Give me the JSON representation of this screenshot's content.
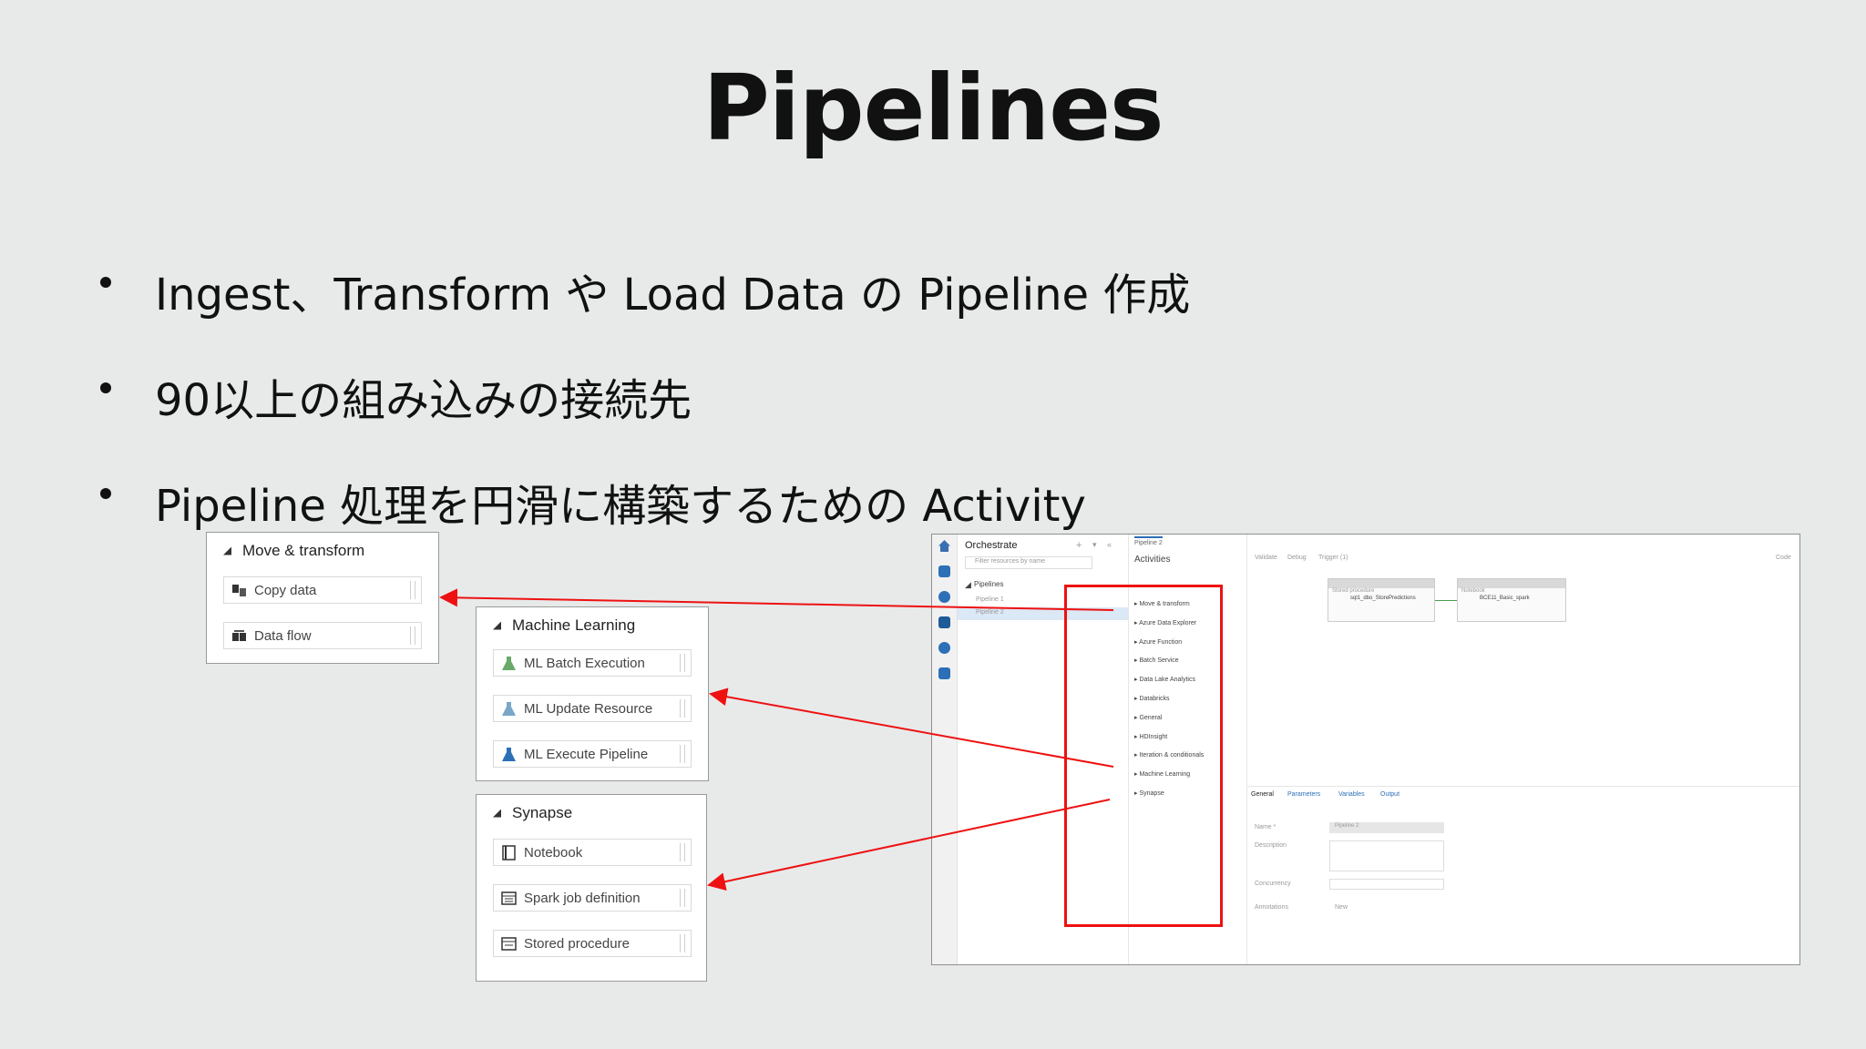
{
  "title": "Pipelines",
  "bullets": [
    "Ingest、Transform や Load Data の Pipeline 作成",
    "90以上の組み込みの接続先",
    "Pipeline 処理を円滑に構築するための Activity"
  ],
  "panels": {
    "move_transform": {
      "title": "Move & transform",
      "items": [
        "Copy data",
        "Data flow"
      ]
    },
    "machine_learning": {
      "title": "Machine Learning",
      "items": [
        "ML Batch Execution",
        "ML Update Resource",
        "ML Execute Pipeline"
      ]
    },
    "synapse": {
      "title": "Synapse",
      "items": [
        "Notebook",
        "Spark job definition",
        "Stored procedure"
      ]
    }
  },
  "screenshot": {
    "orchestrate_label": "Orchestrate",
    "filter_placeholder": "Filter resources by name",
    "pipelines_label": "Pipelines",
    "pipeline_items": [
      "Pipeline 1",
      "Pipeline 2"
    ],
    "tab_label": "Pipeline 2",
    "activities_label": "Activities",
    "activity_items": [
      "Move & transform",
      "Azure Data Explorer",
      "Azure Function",
      "Batch Service",
      "Data Lake Analytics",
      "Databricks",
      "General",
      "HDInsight",
      "Iteration & conditionals",
      "Machine Learning",
      "Synapse"
    ],
    "toolbar": {
      "validate": "Validate",
      "debug": "Debug",
      "trigger": "Trigger (1)",
      "code": "Code"
    },
    "node1": {
      "header": "Stored procedure",
      "label": "sql1_dbo_StorePredictions"
    },
    "node2": {
      "header": "Notebook",
      "label": "BCE11_Basic_spark"
    },
    "props_tabs": [
      "General",
      "Parameters",
      "Variables",
      "Output"
    ],
    "props": {
      "name_label": "Name *",
      "name_value": "Pipeline 2",
      "description_label": "Description",
      "concurrency_label": "Concurrency",
      "annotations_label": "Annotations",
      "new_label": "New"
    }
  },
  "colors": {
    "background": "#e8eaea",
    "accent": "#2c6fb7",
    "highlight": "#e11111"
  }
}
